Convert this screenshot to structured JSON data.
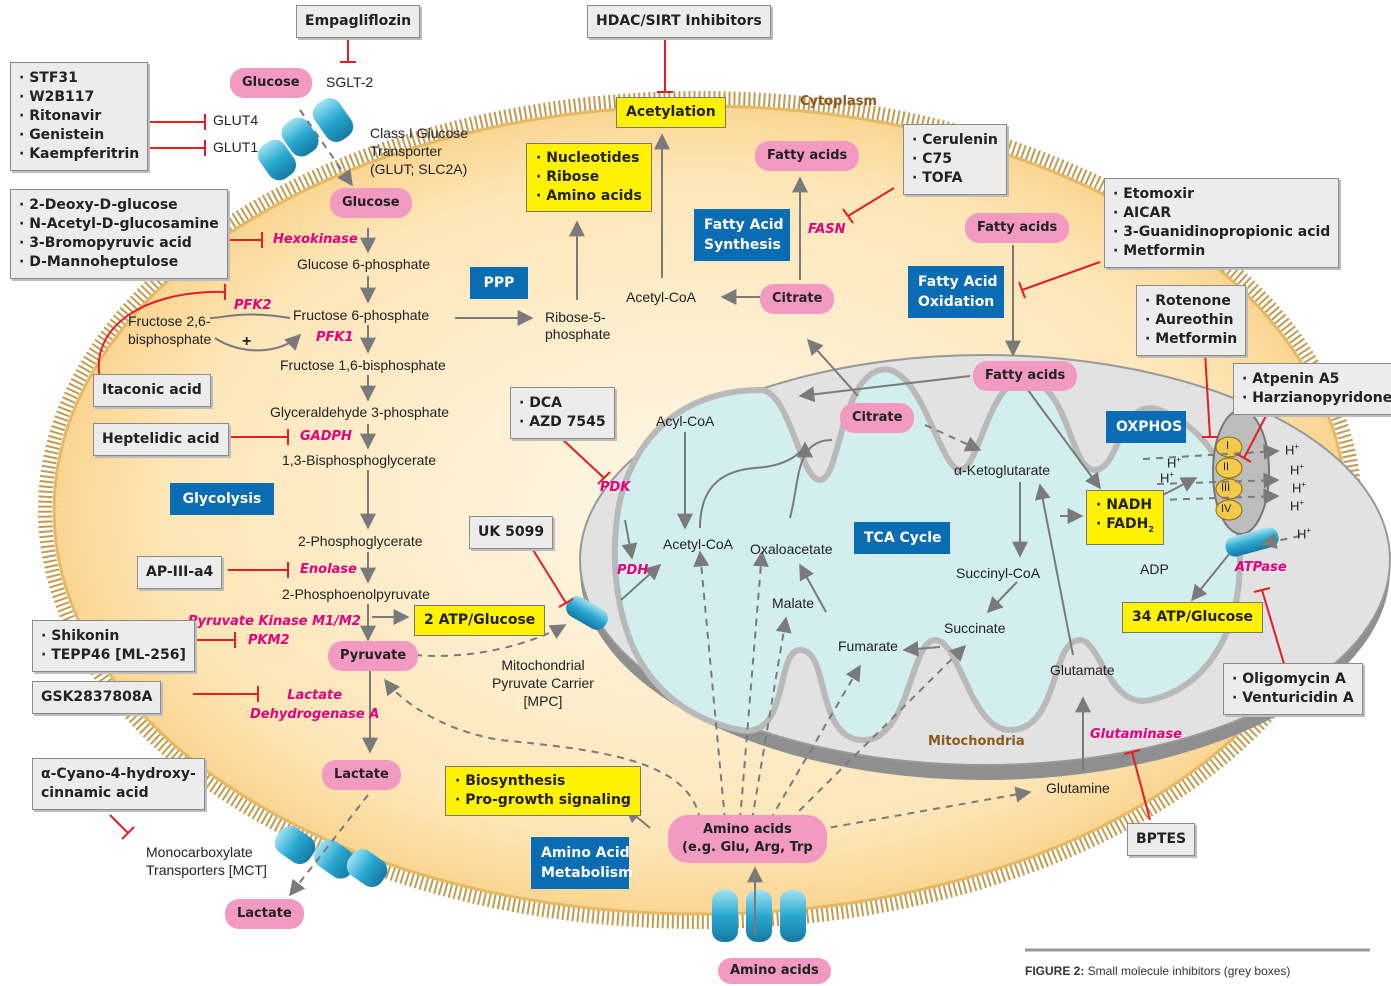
{
  "compartments": {
    "cytoplasm": "Cytoplasm",
    "mitochondria": "Mitochondria"
  },
  "pathways": {
    "glycolysis": "Glycolysis",
    "ppp": "PPP",
    "fas1": "Fatty Acid",
    "fas2": "Synthesis",
    "fao1": "Fatty Acid",
    "fao2": "Oxidation",
    "oxphos": "OXPHOS",
    "tca": "TCA Cycle",
    "aam1": "Amino Acid",
    "aam2": "Metabolism"
  },
  "metabolites": {
    "glucose_out": "Glucose",
    "glucose_in": "Glucose",
    "g6p": "Glucose 6-phosphate",
    "f6p": "Fructose 6-phosphate",
    "f26bp1": "Fructose 2,6-",
    "f26bp2": "bisphosphate",
    "f16bp": "Fructose 1,6-bisphosphate",
    "g3p": "Glyceraldehyde 3-phosphate",
    "bpg": "1,3-Bisphosphoglycerate",
    "pg2": "2-Phosphoglycerate",
    "pep": "2-Phosphoenolpyruvate",
    "pyruvate": "Pyruvate",
    "lactate_in": "Lactate",
    "lactate_out": "Lactate",
    "r5p1": "Ribose-5-",
    "r5p2": "phosphate",
    "acetylcoa_cyto": "Acetyl-CoA",
    "citrate_cyto": "Citrate",
    "fatty_acids_syn": "Fatty acids",
    "fatty_acids_cyto": "Fatty acids",
    "fatty_acids_mito": "Fatty acids",
    "citrate_mito": "Citrate",
    "acylcoa": "Acyl-CoA",
    "akg": "α-Ketoglutarate",
    "acetylcoa_mito": "Acetyl-CoA",
    "oxaloacetate": "Oxaloacetate",
    "succinylcoa": "Succinyl-CoA",
    "malate": "Malate",
    "succinate": "Succinate",
    "fumarate": "Fumarate",
    "glutamate": "Glutamate",
    "glutamine": "Glutamine",
    "amino_acids_l1": "Amino acids",
    "amino_acids_l2": "(e.g. Glu, Arg, Trp",
    "amino_acids_out": "Amino acids",
    "adp": "ADP",
    "hplus": "H",
    "plus": "+"
  },
  "transporters": {
    "sglt2": "SGLT-2",
    "glut4": "GLUT4",
    "glut1": "GLUT1",
    "glut_l1": "Class I Glucose",
    "glut_l2": "Transporter",
    "glut_l3": "(GLUT; SLC2A)",
    "mpc_l1": "Mitochondrial",
    "mpc_l2": "Pyruvate Carrier",
    "mpc_l3": "[MPC]",
    "mct_l1": "Monocarboxylate",
    "mct_l2": "Transporters [MCT]"
  },
  "enzymes": {
    "hexokinase": "Hexokinase",
    "pfk2": "PFK2",
    "pfk1": "PFK1",
    "gadph": "GADPH",
    "enolase": "Enolase",
    "pk_l1": "Pyruvate Kinase M1/M2",
    "pkm2": "PKM2",
    "ldh_l1": "Lactate",
    "ldh_l2": "Dehydrogenase A",
    "fasn": "FASN",
    "pdk": "PDK",
    "pdh": "PDH",
    "glutaminase": "Glutaminase",
    "atpase": "ATPase"
  },
  "complexes": [
    "I",
    "II",
    "III",
    "IV"
  ],
  "outputs": {
    "acetylation": "Acetylation",
    "ppp_products": [
      "· Nucleotides",
      "· Ribose",
      "· Amino acids"
    ],
    "atp_glyc": "2 ATP/Glucose",
    "atp_ox": "34 ATP/Glucose",
    "nadh": "· NADH",
    "fadh": "· FADH",
    "fadh_sub": "2",
    "biosynth": [
      "· Biosynthesis",
      "· Pro-growth signaling"
    ]
  },
  "inhibitors": {
    "empagliflozin": "Empagliflozin",
    "hdac": "HDAC/SIRT Inhibitors",
    "glut_inh": [
      "· STF31",
      "· W2B117",
      "· Ritonavir",
      "· Genistein",
      "· Kaempferitrin"
    ],
    "hk_inh": [
      "· 2-Deoxy-D-glucose",
      "· N-Acetyl-D-glucosamine",
      "· 3-Bromopyruvic acid",
      "· D-Mannoheptulose"
    ],
    "itaconic": "Itaconic acid",
    "heptelidic": "Heptelidic acid",
    "ap3a4": "AP-III-a4",
    "pk_inh": [
      "· Shikonin",
      "· TEPP46 [ML-256]"
    ],
    "ldh_inh": "GSK2837808A",
    "mct_inh": [
      "α-Cyano-4-hydroxy-",
      "cinnamic acid"
    ],
    "fasn_inh": [
      "· Cerulenin",
      "· C75",
      "· TOFA"
    ],
    "fao_inh": [
      "· Etomoxir",
      "· AICAR",
      "· 3-Guanidinopropionic acid",
      "· Metformin"
    ],
    "c1_inh": [
      "· Rotenone",
      "· Aureothin",
      "· Metformin"
    ],
    "c2_inh": [
      "· Atpenin A5",
      "· Harzianopyridone"
    ],
    "pdk_inh": [
      "· DCA",
      "· AZD 7545"
    ],
    "mpc_inh": "UK 5099",
    "atpase_inh": [
      "· Oligomycin A",
      "· Venturicidin A"
    ],
    "bptes": "BPTES"
  },
  "caption": {
    "label": "FIGURE 2:",
    "text": " Small molecule inhibitors (grey boxes)"
  },
  "colors": {
    "pink": "#f39ac2",
    "blue": "#0a6db3",
    "yellow": "#fff200",
    "magenta": "#e6007e",
    "cyto": "#fde8bf",
    "mito": "#d7efef",
    "inhib": "#e31e24"
  }
}
